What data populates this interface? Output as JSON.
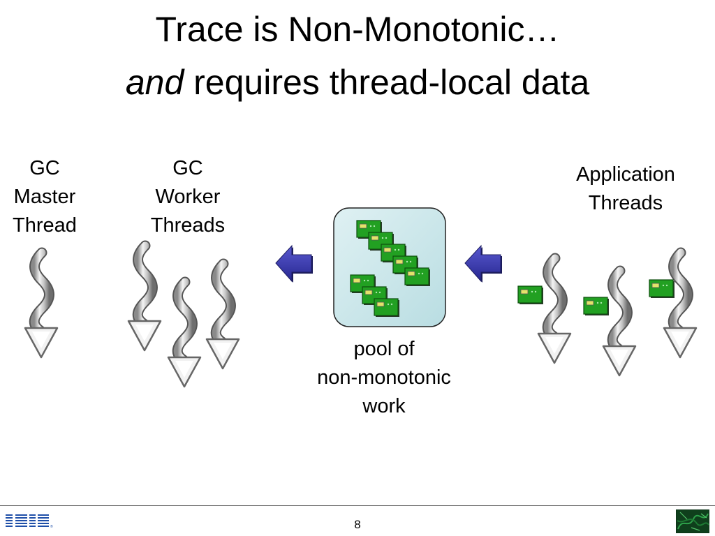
{
  "title": {
    "line1": "Trace is Non-Monotonic…",
    "line2_emphasis": "and",
    "line2_rest": " requires thread-local data"
  },
  "labels": {
    "gc_master": [
      "GC",
      "Master",
      "Thread"
    ],
    "gc_worker": [
      "GC",
      "Worker",
      "Threads"
    ],
    "app_threads": [
      "Application",
      "Threads"
    ],
    "pool": [
      "pool of",
      "non-monotonic",
      "work"
    ]
  },
  "footer": {
    "logo_text": "IBM",
    "page_number": "8"
  },
  "colors": {
    "work_item": "#22a022",
    "pool_fill": "#cde8ec",
    "arrow": "#3a3aa8"
  }
}
